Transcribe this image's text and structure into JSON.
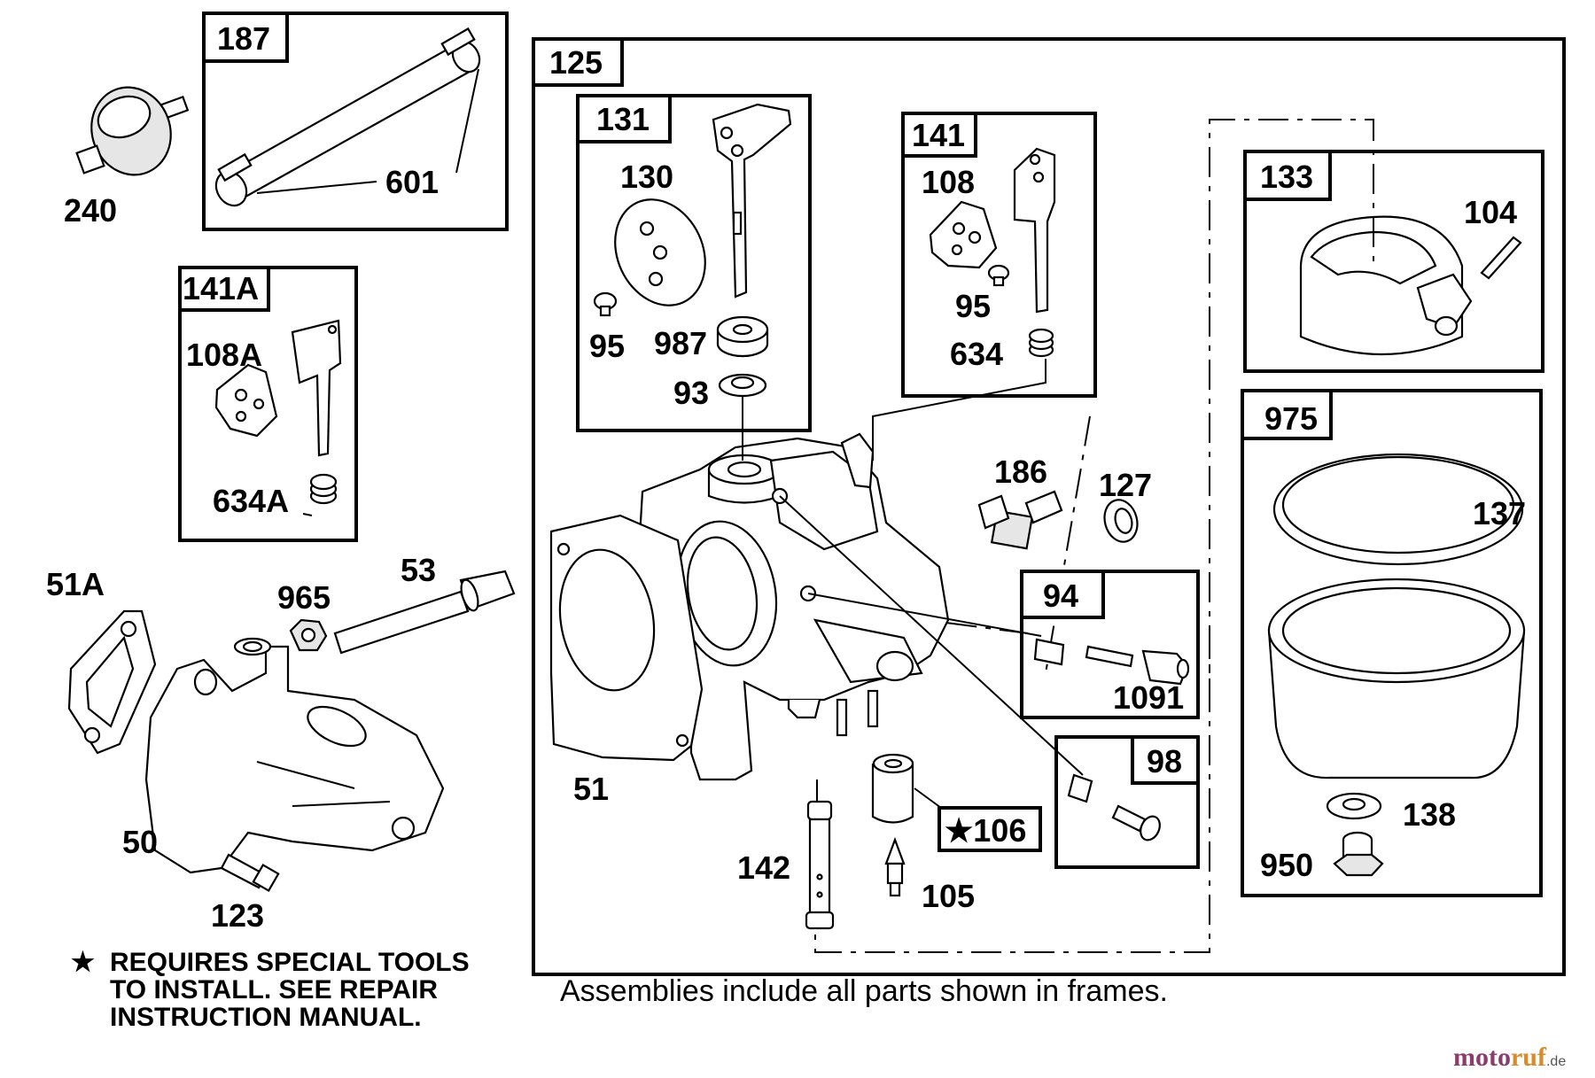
{
  "frames": {
    "f187": "187",
    "f141A": "141A",
    "f125": "125",
    "f131": "131",
    "f141": "141",
    "f133": "133",
    "f975": "975",
    "f94": "94",
    "f98": "98",
    "f106": "★106"
  },
  "labels": {
    "p240": "240",
    "p601": "601",
    "p108A": "108A",
    "p634A": "634A",
    "p51A": "51A",
    "p965": "965",
    "p53": "53",
    "p50": "50",
    "p123": "123",
    "p130": "130",
    "p95a": "95",
    "p987": "987",
    "p93": "93",
    "p108": "108",
    "p95b": "95",
    "p634": "634",
    "p104": "104",
    "p137": "137",
    "p138": "138",
    "p950": "950",
    "p186": "186",
    "p127": "127",
    "p1091": "1091",
    "p51": "51",
    "p142": "142",
    "p105": "105"
  },
  "note": {
    "line1": "REQUIRES SPECIAL TOOLS",
    "line2": "TO INSTALL.  SEE REPAIR",
    "line3": "INSTRUCTION MANUAL."
  },
  "caption": "Assemblies include all parts shown in frames.",
  "watermark": {
    "part1": "moto",
    "part2": "ruf",
    "part3": ".de"
  }
}
